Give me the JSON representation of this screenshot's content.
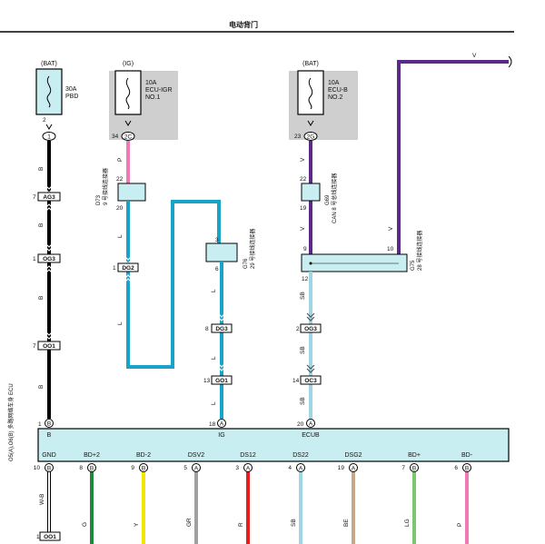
{
  "title": "电动背门",
  "fuses": [
    {
      "supply": "(BAT)",
      "rating": "30A",
      "name": "PBD",
      "in_pin": "2",
      "out_pin": "1"
    },
    {
      "supply": "(IG)",
      "rating": "10A",
      "name": "ECU-IGR",
      "name2": "NO.1",
      "in_pin": "34",
      "out_pin": "2C"
    },
    {
      "supply": "(BAT)",
      "rating": "10A",
      "name": "ECU-B",
      "name2": "NO.2",
      "in_pin": "23",
      "out_pin": "2G"
    }
  ],
  "wire_colors": {
    "B": "#000000",
    "P": "#f07ab4",
    "L": "#1aa3c8",
    "V": "#5b2a86",
    "SB": "#9fd6e4",
    "G": "#1c8a3a",
    "Y": "#f2e600",
    "GR": "#a0a0a0",
    "R": "#e61e1e",
    "BE": "#c4a88a",
    "LG": "#7cc66f",
    "W-B": "#ffffff"
  },
  "wire_labels": {
    "B": "B",
    "P": "P",
    "L": "L",
    "V": "V",
    "SB": "SB"
  },
  "connectors": {
    "ag3": "AG3",
    "og3": "OG3",
    "oo1": "OO1",
    "dg2": "DG2",
    "dg3": "DG3",
    "go1": "GO1",
    "og3b": "OG3",
    "oc3": "OC3",
    "d73_id": "D73",
    "d73_name": "9 号接线连接器",
    "g76_id": "G76",
    "g76_name": "29 号接线连接器",
    "g69_id": "G69",
    "g69_name": "CAN 8 号总线连接器",
    "g75_id": "G75",
    "g75_name": "28 号接线连接器"
  },
  "pins": {
    "ag3": "7",
    "og3": "1",
    "oo1": "7",
    "d73_in": "22",
    "d73_out": "20",
    "dg2": "1",
    "g76_in": "3",
    "g76_out": "6",
    "dg3": "8",
    "go1": "13",
    "g69_in": "22",
    "g69_out": "19",
    "g75_a": "9",
    "g75_b": "10",
    "g75_out": "12",
    "og3b": "2",
    "oc3": "14"
  },
  "ecu": {
    "name": "O5(A),O6(B) 多路网络车身 ECU",
    "top_terms": [
      {
        "pin": "1",
        "conn": "B",
        "label": "B"
      },
      {
        "pin": "18",
        "conn": "A",
        "label": "IG"
      },
      {
        "pin": "20",
        "conn": "A",
        "label": "ECUB"
      }
    ],
    "bottom_terms": [
      {
        "label": "GND",
        "pin": "10",
        "conn": "B",
        "wire": "W-B"
      },
      {
        "label": "BD+2",
        "pin": "8",
        "conn": "B",
        "wire": "G"
      },
      {
        "label": "BD-2",
        "pin": "9",
        "conn": "B",
        "wire": "Y"
      },
      {
        "label": "DSV2",
        "pin": "5",
        "conn": "A",
        "wire": "GR"
      },
      {
        "label": "DS12",
        "pin": "3",
        "conn": "A",
        "wire": "R"
      },
      {
        "label": "DS22",
        "pin": "4",
        "conn": "A",
        "wire": "SB"
      },
      {
        "label": "DSG2",
        "pin": "19",
        "conn": "A",
        "wire": "BE"
      },
      {
        "label": "BD+",
        "pin": "7",
        "conn": "B",
        "wire": "LG"
      },
      {
        "label": "BD-",
        "pin": "6",
        "conn": "B",
        "wire": "P"
      }
    ]
  },
  "gnd_conn": {
    "pin": "1",
    "name": "OO1"
  }
}
